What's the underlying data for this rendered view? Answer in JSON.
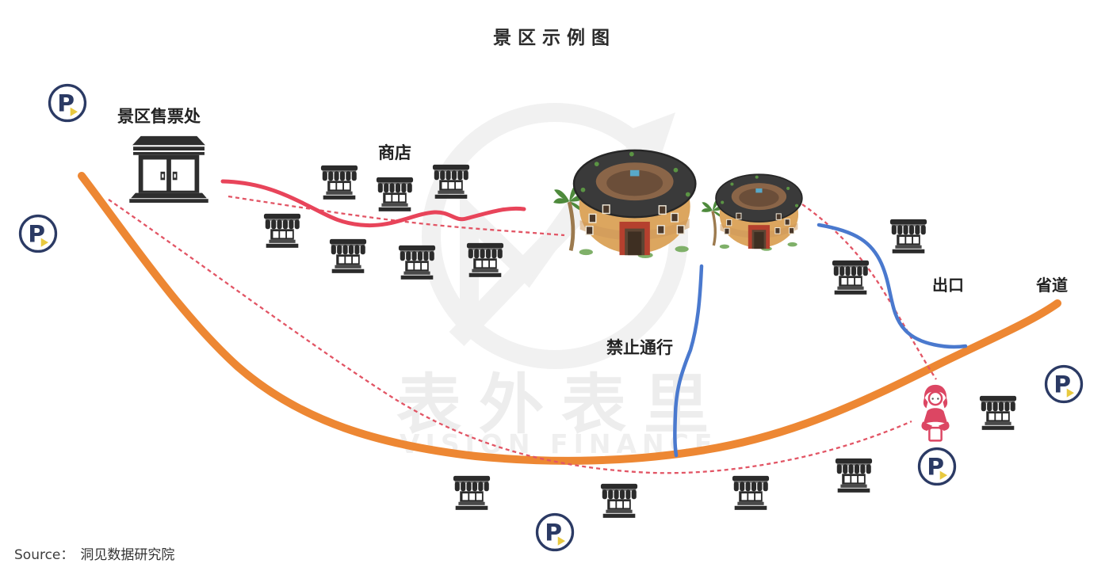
{
  "title": "景区示例图",
  "watermark": {
    "cn": "表外表里",
    "en": "VISION FINANCE"
  },
  "source": {
    "prefix": "Source：",
    "name": "洞见数据研究院"
  },
  "labels": {
    "ticket_office": "景区售票处",
    "shop": "商店",
    "no_passage": "禁止通行",
    "exit": "出口",
    "provincial_road": "省道"
  },
  "legend": {
    "parking_letter": "P"
  },
  "map": {
    "parking_count": 5,
    "shop_count": 14,
    "tulou_count": 2,
    "tourist_count": 1
  },
  "colors": {
    "road_orange": "#ED8733",
    "route_red_solid": "#E8445A",
    "route_red_dashed": "#E25565",
    "path_blue": "#4A79CE",
    "parking_navy": "#2B3A64",
    "parking_arrow_yellow": "#E8C93F",
    "icon_dark": "#2E2E2E",
    "tourist_pink": "#DC4663",
    "watermark_gray": "#EDEDED",
    "tulou_wall_tan": "#DCA65F",
    "tulou_roof_dark": "#3A3A3A"
  }
}
